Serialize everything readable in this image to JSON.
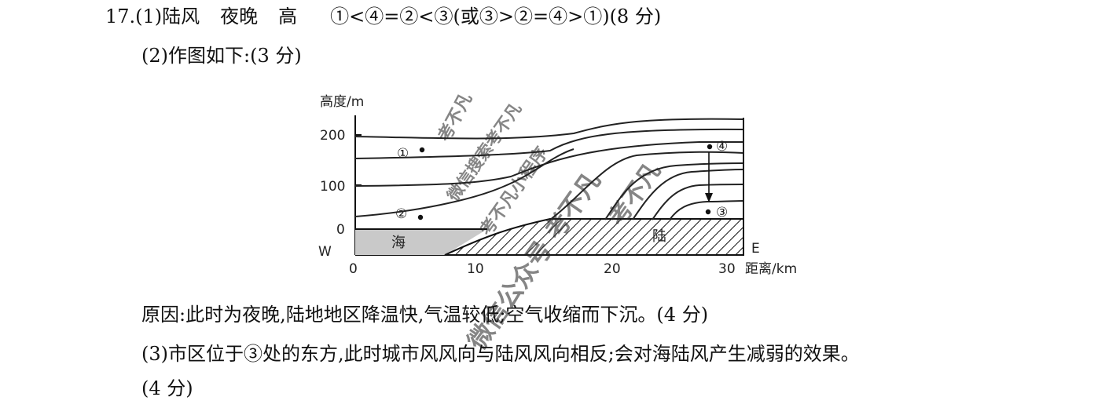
{
  "answer": {
    "q1": {
      "number": "17.",
      "part": "(1)",
      "wind": "陆风",
      "time": "夜晚",
      "level": "高",
      "order": "①<④=②<③(或③>②=④>①)",
      "score": "(8 分)"
    },
    "q2": {
      "text": "(2)作图如下:(3 分)",
      "reason": "原因:此时为夜晚,陆地地区降温快,气温较低;空气收缩而下沉。(4 分)"
    },
    "q3": {
      "text": "(3)市区位于③处的东方,此时城市风风向与陆风风向相反;会对海陆风产生减弱的效果。",
      "score": "(4 分)"
    }
  },
  "figure": {
    "y_axis_title": "高度/m",
    "x_axis_title": "距离/km",
    "y_ticks": [
      "200",
      "100",
      "0"
    ],
    "x_ticks": [
      "0",
      "10",
      "20",
      "30"
    ],
    "west_label": "W",
    "east_label": "E",
    "sea_label": "海",
    "land_label": "陆",
    "points": [
      {
        "label": "①",
        "distance_km": 5.5,
        "height_m": 168
      },
      {
        "label": "②",
        "distance_km": 5.5,
        "height_m": 25
      },
      {
        "label": "③",
        "distance_km": 28.5,
        "height_m": 40
      },
      {
        "label": "④",
        "distance_km": 28.5,
        "height_m": 173
      }
    ],
    "arrow": {
      "from": "④",
      "to": "③"
    }
  },
  "watermarks": [
    "考不凡",
    "微信搜索考不凡",
    "考不凡小程序",
    "考不凡",
    "微信公众号 考不凡"
  ]
}
